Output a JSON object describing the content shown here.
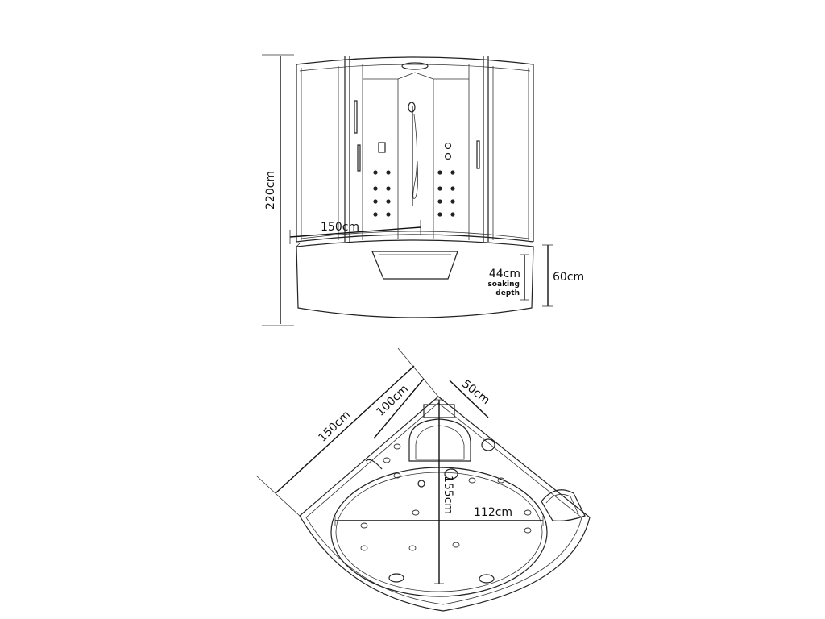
{
  "front_view": {
    "height_total": "220cm",
    "width": "150cm",
    "base_height": "60cm",
    "soaking_depth_value": "44cm",
    "soaking_depth_label_1": "soaking",
    "soaking_depth_label_2": "depth"
  },
  "plan_view": {
    "side": "150cm",
    "inner_side": "100cm",
    "corner_seat": "50cm",
    "tub_depth": "155cm",
    "tub_width": "112cm"
  }
}
